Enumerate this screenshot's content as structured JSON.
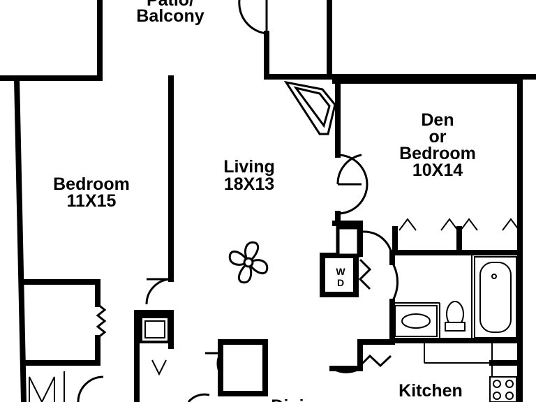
{
  "plan": {
    "colors": {
      "wall": "#000000",
      "background": "#ffffff",
      "fixture_fill": "#d9d9d9"
    },
    "rooms": {
      "patio": {
        "line1": "Patio/",
        "line2": "Balcony"
      },
      "bedroom": {
        "name": "Bedroom",
        "size": "11X15"
      },
      "living": {
        "name": "Living",
        "size": "18X13"
      },
      "den": {
        "line1": "Den",
        "line2": "or",
        "line3": "Bedroom",
        "size": "10X14"
      },
      "kitchen": {
        "name": "Kitchen"
      },
      "dining": {
        "name": "Dini"
      }
    },
    "appliances": {
      "washer": "W",
      "dryer": "D"
    },
    "icons": [
      "ceiling-fan-icon",
      "bathtub-icon",
      "toilet-icon",
      "sink-icon",
      "fireplace-icon",
      "stove-icon"
    ]
  }
}
